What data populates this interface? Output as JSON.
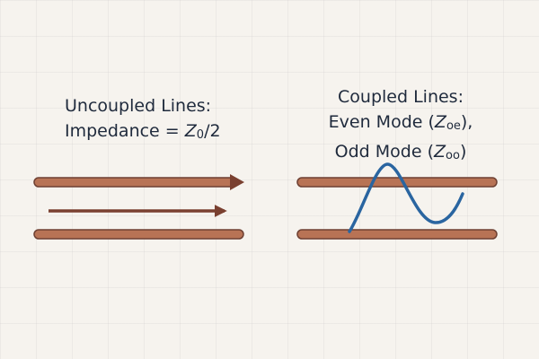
{
  "uncoupled": {
    "title": "Uncoupled Lines:",
    "impedance_prefix": "Impedance = ",
    "symbol": "Z",
    "subscript": "0",
    "suffix": "/2"
  },
  "coupled": {
    "title": "Coupled Lines:",
    "even_prefix": "Even Mode (",
    "even_symbol": "Z",
    "even_subscript": "oe",
    "even_suffix": "),",
    "odd_prefix": "Odd Mode (",
    "odd_symbol": "Z",
    "odd_subscript": "oo",
    "odd_suffix": ")"
  },
  "colors": {
    "conductor_fill": "#b87355",
    "conductor_stroke": "#6e4032",
    "arrow": "#7a4030",
    "wave": "#2a65a0",
    "text": "#1f2a3c"
  }
}
